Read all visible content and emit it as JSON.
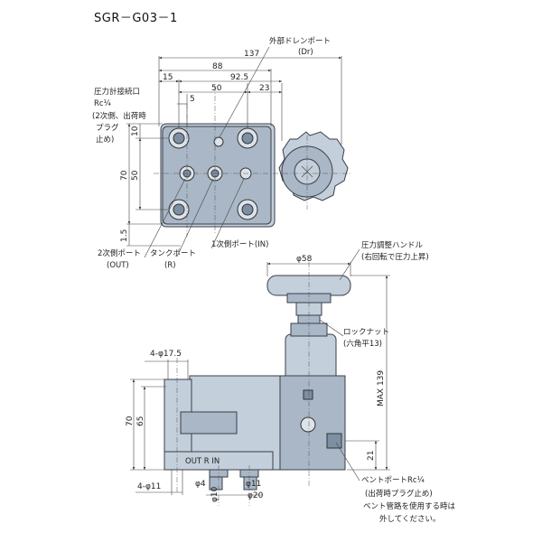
{
  "title": "SGR－G03－1",
  "labels": {
    "external_drain_port": "外部ドレンポート",
    "external_drain_port_code": "(Dr)",
    "gauge_port": "圧力計接続口",
    "gauge_port_size": "Rc¼",
    "gauge_port_note_1": "(2次側、出荷時",
    "gauge_port_note_2": "プラグ",
    "gauge_port_note_3": "止め)",
    "secondary_port": "2次側ポート",
    "secondary_port_code": "(OUT)",
    "tank_port": "タンクポート",
    "tank_port_code": "(R)",
    "primary_port": "1次側ポート(IN)",
    "pressure_handle": "圧力調整ハンドル",
    "pressure_handle_note": "(右回転で圧力上昇)",
    "lock_nut": "ロックナット",
    "lock_nut_note": "(六角平13)",
    "vent_port": "ベントポートRc¼",
    "vent_port_note": "(出荷時プラグ止め)",
    "vent_note_1": "ベント管路を使用する時は",
    "vent_note_2": "外してください。",
    "port_marking": "OUT R IN"
  },
  "dimensions": {
    "d137": "137",
    "d88": "88",
    "d15": "15",
    "d92_5": "92.5",
    "d5": "5",
    "d50_top": "50",
    "d23": "23",
    "d10": "10",
    "d70_left": "70",
    "d50_left": "50",
    "d1_5": "1.5",
    "phi58": "φ58",
    "max139": "MAX 139",
    "phi17_5": "4-φ17.5",
    "d70_lower": "70",
    "d65": "65",
    "phi11": "4-φ11",
    "phi4": "φ4",
    "phi10": "φ10",
    "phi11b": "φ11",
    "phi20": "φ20",
    "d21": "21"
  }
}
